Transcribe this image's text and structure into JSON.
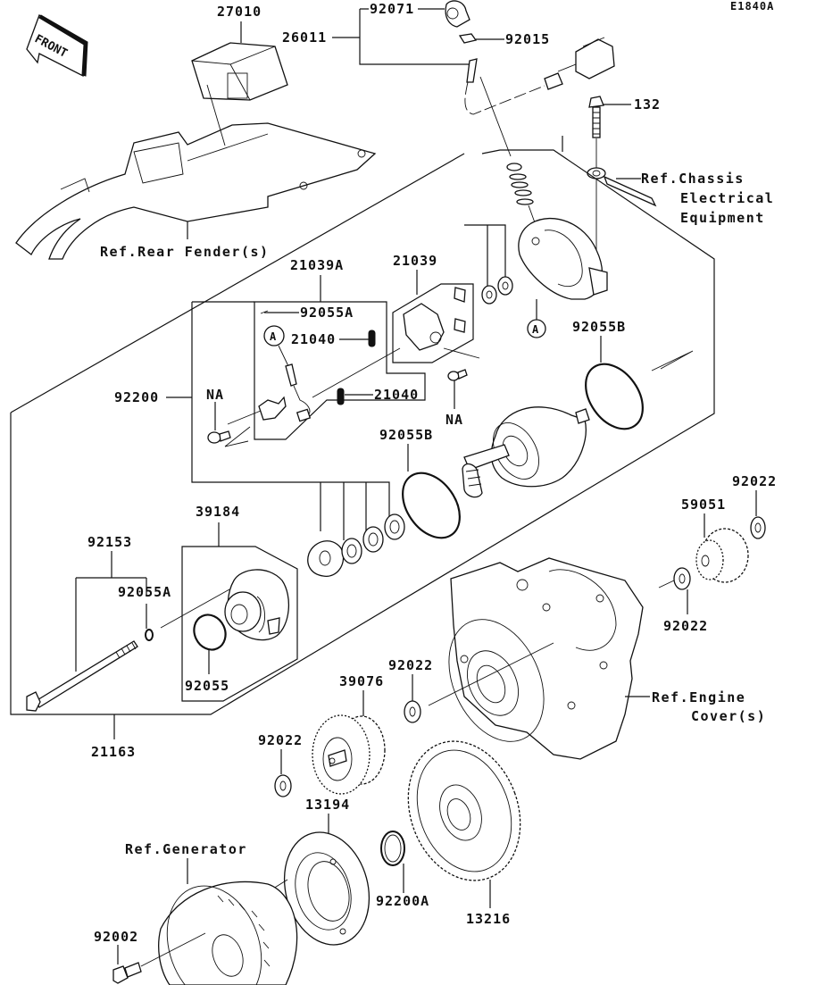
{
  "diagram": {
    "code": "E1840A",
    "front_arrow": "FRONT",
    "parts": {
      "p27010": "27010",
      "p26011": "26011",
      "p92071": "92071",
      "p92015": "92015",
      "p132": "132",
      "p21039A": "21039A",
      "p21039": "21039",
      "p92055A_top": "92055A",
      "p21040_a": "21040",
      "p21040_b": "21040",
      "p92200": "92200",
      "pNA_left": "NA",
      "pNA_right": "NA",
      "p92055B_top": "92055B",
      "p92055B_mid": "92055B",
      "p39184": "39184",
      "p92153": "92153",
      "p92055A_low": "92055A",
      "p92055": "92055",
      "p21163": "21163",
      "p92022_r1": "92022",
      "p59051": "59051",
      "p92022_r2": "92022",
      "p92022_mid": "92022",
      "p39076": "39076",
      "p92022_left": "92022",
      "p13194": "13194",
      "p92200A": "92200A",
      "p13216": "13216",
      "p92002": "92002"
    },
    "refs": {
      "rear_fender": "Ref.Rear Fender(s)",
      "chassis_1": "Ref.Chassis",
      "chassis_2": "Electrical",
      "chassis_3": "Equipment",
      "engine_1": "Ref.Engine",
      "engine_2": "Cover(s)",
      "generator": "Ref.Generator"
    },
    "markers": {
      "a_top": "A",
      "a_left": "A"
    }
  }
}
